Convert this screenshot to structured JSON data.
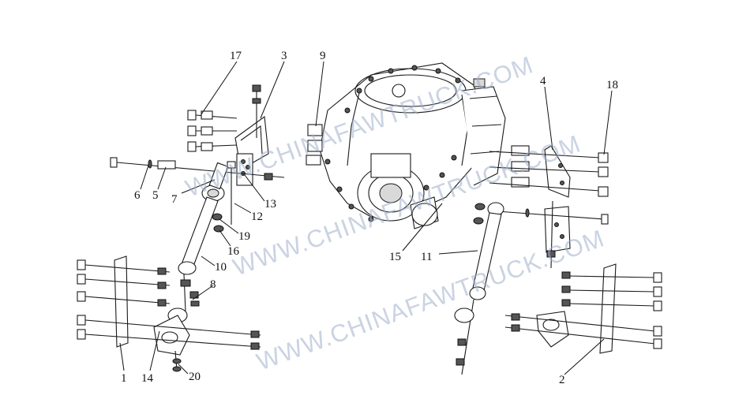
{
  "watermark": {
    "text": "WWW.CHINAFAWTRUCK.COM",
    "color": "#9fb0cc"
  },
  "callouts": [
    "1",
    "2",
    "3",
    "4",
    "5",
    "6",
    "7",
    "8",
    "9",
    "10",
    "11",
    "12",
    "13",
    "14",
    "15",
    "16",
    "17",
    "18",
    "19",
    "20"
  ]
}
